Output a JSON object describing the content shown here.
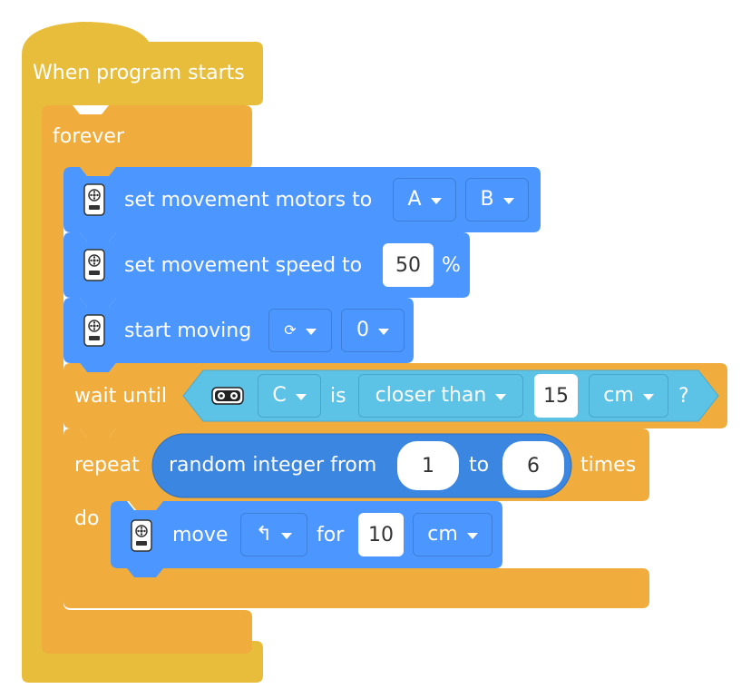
{
  "colors": {
    "event": "#e8bd3c",
    "control": "#f0ad3d",
    "motion": "#4c97ff",
    "sensor": "#5cc2e6",
    "operator": "#3a86e0"
  },
  "event_block": {
    "label": "When program starts"
  },
  "forever_block": {
    "label": "forever"
  },
  "motors_block": {
    "label": "set movement motors to",
    "port1": "A",
    "port2": "B",
    "icon": "motor-pair-icon"
  },
  "speed_block": {
    "label": "set movement speed to",
    "value": "50",
    "unit": "%",
    "icon": "motor-pair-icon"
  },
  "start_block": {
    "label": "start moving",
    "direction": "⟳",
    "steer": "0",
    "icon": "motor-pair-icon"
  },
  "wait_block": {
    "label": "wait until",
    "sensor_icon": "distance-sensor-icon",
    "port": "C",
    "is": "is",
    "comparison": "closer than",
    "value": "15",
    "unit": "cm",
    "qmark": "?"
  },
  "repeat_block": {
    "label": "repeat",
    "do_label": "do",
    "times_label": "times",
    "random": {
      "label": "random integer from",
      "from": "1",
      "to_label": "to",
      "to": "6"
    }
  },
  "move_block": {
    "label": "move",
    "direction": "↰",
    "for_label": "for",
    "value": "10",
    "unit": "cm",
    "icon": "motor-pair-icon"
  }
}
